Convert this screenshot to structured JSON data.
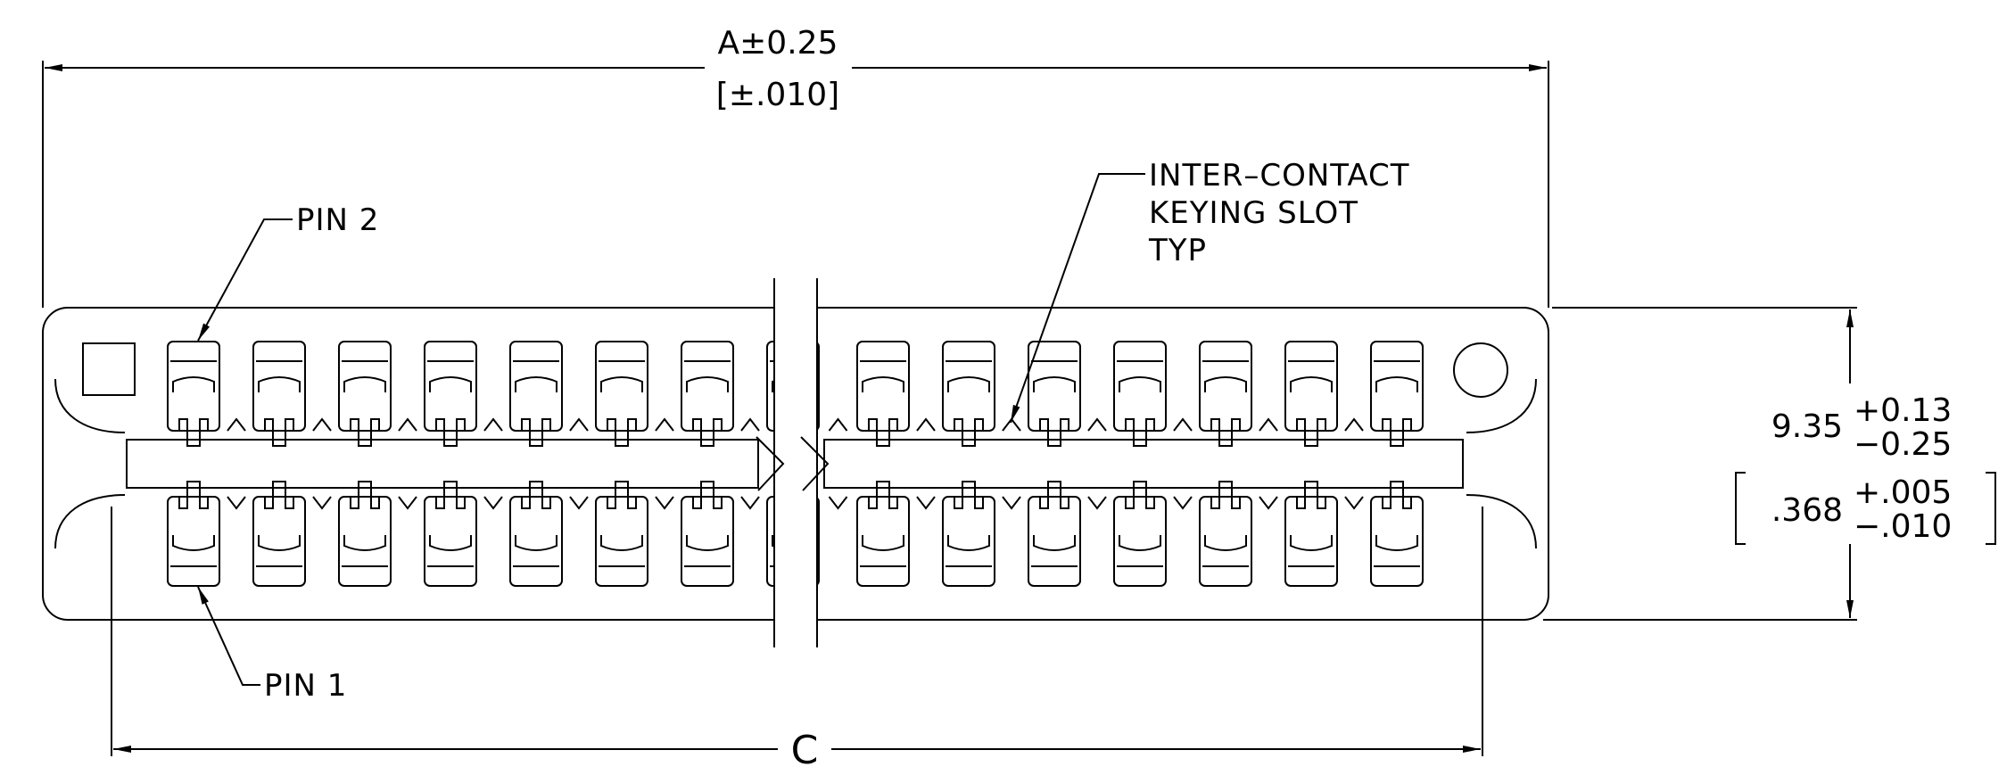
{
  "labels": {
    "dim_a": "A±0.25",
    "dim_a_inch": "[±.010]",
    "pin2": "PIN 2",
    "pin1": "PIN 1",
    "keying_line1": "INTER–CONTACT",
    "keying_line2": "KEYING SLOT",
    "keying_line3": "TYP",
    "dim_c": "C",
    "height_nominal": "9.35",
    "height_plus": "+0.13",
    "height_minus": "−0.25",
    "height_inch_nominal": ".368",
    "height_inch_plus": "+.005",
    "height_inch_minus": "−.010"
  },
  "contacts": {
    "left_count": 8,
    "right_count": 7
  },
  "colors": {
    "line": "#000000",
    "background": "#ffffff"
  }
}
